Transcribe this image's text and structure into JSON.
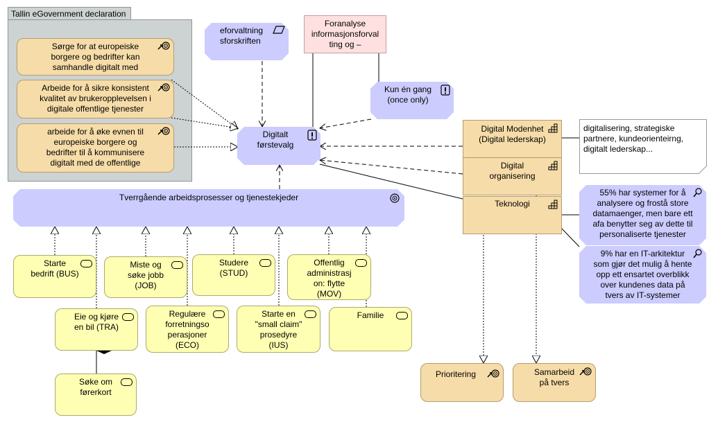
{
  "group": {
    "label": "Tallin eGovernment declaration"
  },
  "goals": [
    {
      "text": "Sørge for at europeiske\nborgere og bedrifter kan\nsamhandle digitalt med"
    },
    {
      "text": "Arbeide for å sikre konsistent\nkvalitet av brukeropplevelsen i\ndigitale offentlige tjenester"
    },
    {
      "text": "arbeide for å øke evnen til\neuropeiske borgere og\nbedrifter til å kommunisere\ndigitalt med de offentlige"
    }
  ],
  "eforvaltning": {
    "text": "eforvaltning\nsforskriften"
  },
  "foranalyse": {
    "text": "Foranalyse\ninformasjonsforval\nting og –"
  },
  "kun_en_gang": {
    "text": "Kun én gang\n(once only)"
  },
  "digitalt_forstevalg": {
    "text": "Digitalt\nførstevalg"
  },
  "digital_modenhet": {
    "text": "Digital Modenhet\n(Digital lederskap)"
  },
  "digital_organisering": {
    "text": "Digital\norganisering"
  },
  "teknologi": {
    "text": "Teknologi"
  },
  "note": {
    "text": "digitalisering, strategiske\npartnere, kundeorienteirng,\ndigitalt lederskap..."
  },
  "assessment1": {
    "text": "55% har systemer for å\nanalysere og frostå store\ndatamaenger, men bare ett\nafa benytter seg av dette til\npersonaliserte tjenester"
  },
  "assessment2": {
    "text": "9% har en IT-arkitektur\nsom gjør det mulig å hente\nopp ett ensartet overblikk\nover kundenes data på\ntvers av IT-systemer"
  },
  "tverrgaende": {
    "text": "Tverrgående arbeidsprosesser og tjenestekjeder"
  },
  "events": {
    "starte_bedrift": "Starte\nbedrift (BUS)",
    "miste_jobb": "Miste og\nsøke jobb\n(JOB)",
    "studere": "Studere\n(STUD)",
    "offentlig_admin": "Offentlig\nadministrasj\non: flytte\n(MOV)",
    "eie_kjore": "Eie og kjøre\nen bil (TRA)",
    "regulaere": "Regulære\nforretningso\nperasjoner\n(ECO)",
    "small_claim": "Starte en\n\"small claim\"\nprosedyre\n(IUS)",
    "familie": "Familie",
    "soke_forerkort": "Søke om\nførerkort"
  },
  "prioritering": {
    "text": "Prioritering"
  },
  "samarbeid": {
    "text": "Samarbeid\npå tvers"
  }
}
